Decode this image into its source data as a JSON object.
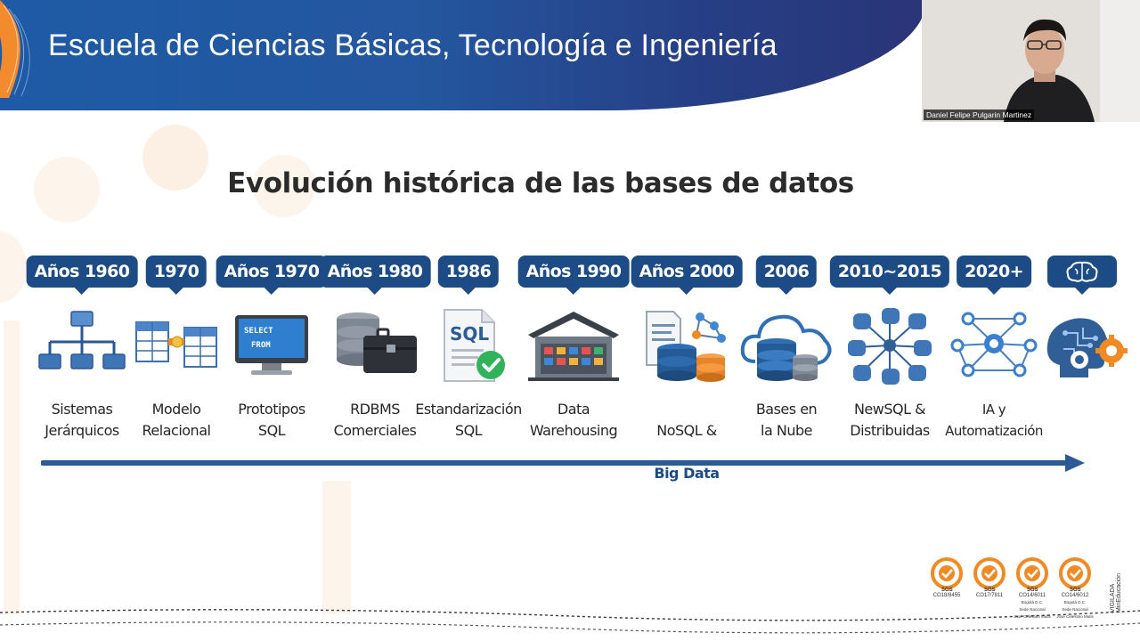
{
  "header": {
    "title": "Escuela de Ciencias Básicas, Tecnología e Ingeniería"
  },
  "video": {
    "participant_name": "Daniel Felipe Pulgarin Martinez"
  },
  "slide": {
    "title": "Evolución histórica de las bases de datos",
    "eras": [
      {
        "tag": "Años 1960",
        "label": "Sistemas\nJerárquicos",
        "icon": "hierarchy-icon"
      },
      {
        "tag": "1970",
        "label": "Modelo\nRelacional",
        "icon": "relational-tables-icon"
      },
      {
        "tag": "Años 1970",
        "label": "Prototipos\nSQL",
        "icon": "sql-monitor-icon",
        "icon_text": [
          "SELECT",
          "FROM"
        ]
      },
      {
        "tag": "Años 1980",
        "label": "RDBMS\nComerciales",
        "icon": "database-briefcase-icon"
      },
      {
        "tag": "1986",
        "label": "Estandarización\nSQL",
        "icon": "sql-document-check-icon",
        "icon_text": [
          "SQL"
        ]
      },
      {
        "tag": "Años 1990",
        "label": "Data\nWarehousing",
        "icon": "warehouse-icon"
      },
      {
        "tag": "Años 2000",
        "label_line1": "NoSQL &",
        "label_line2": "Big Data",
        "icon": "nosql-bigdata-icon"
      },
      {
        "tag": "2006",
        "label": "Bases en\nla Nube",
        "icon": "cloud-database-icon"
      },
      {
        "tag": "2010~2015",
        "label": "NewSQL &\nDistribuidas",
        "icon": "distributed-databases-icon"
      },
      {
        "tag": "2020+",
        "label": "IA y\nAutomatización",
        "icon": "ai-network-icon"
      },
      {
        "tag": "",
        "label": "",
        "icon": "ai-brain-gear-icon"
      }
    ]
  },
  "certifications": [
    {
      "code": "CO18/8455"
    },
    {
      "code": "CO17/7811"
    },
    {
      "code": "CO14/6011",
      "detail": [
        "Bogotá D.C.",
        "Sede Nacional",
        "José Celestino Mutis"
      ]
    },
    {
      "code": "CO14/6012",
      "detail": [
        "Bogotá D.C.",
        "Sede Nacional",
        "José Celestino Mutis"
      ]
    }
  ],
  "vigilada": "VIGILADA MinEducación",
  "colors": {
    "header_blue": "#1e5aa6",
    "tag_navy": "#1d4b86",
    "accent_orange": "#f08a24"
  }
}
